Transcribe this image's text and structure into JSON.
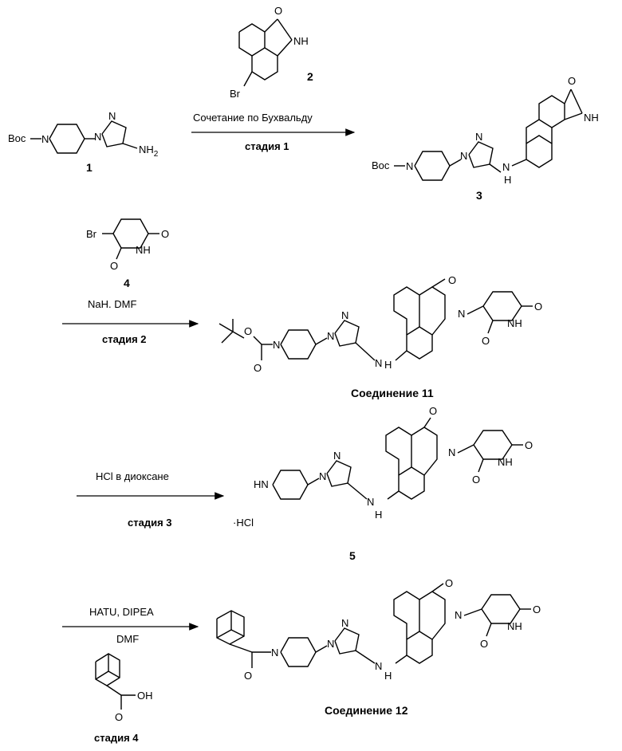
{
  "compounds": {
    "c1_number": "1",
    "c2_number": "2",
    "c3_number": "3",
    "c4_number": "4",
    "c5_number": "5",
    "c11_name": "Соединение 11",
    "c12_name": "Соединение 12"
  },
  "atoms": {
    "boc": "Boc",
    "n": "N",
    "nh": "NH",
    "nh2": "NH",
    "nh2_sub": "2",
    "h": "H",
    "o": "O",
    "br": "Br",
    "hn": "HN",
    "oh": "OH",
    "hcl_salt": "·HCl"
  },
  "steps": [
    {
      "reagent": "Сочетание по Бухвальду",
      "label": "стадия 1"
    },
    {
      "reagent": "NaH. DMF",
      "label": "стадия 2"
    },
    {
      "reagent": "HCl в диоксане",
      "label": "стадия 3"
    },
    {
      "reagent": "HATU, DIPEA",
      "reagent2": "DMF",
      "label": "стадия 4"
    }
  ]
}
